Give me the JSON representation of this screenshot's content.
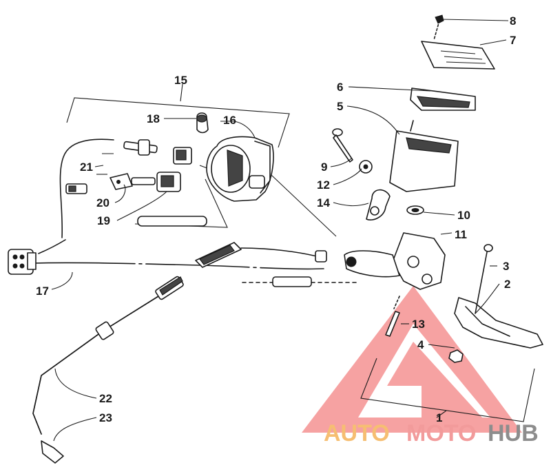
{
  "watermark": {
    "part1": "AUTO",
    "part2": "MOTO",
    "part3": "HUB",
    "color_auto": "#f5b35a",
    "color_moto": "#f08a8a",
    "color_hub": "#7a7a7a",
    "triangle_color": "#f26d6d"
  },
  "callouts": [
    {
      "id": "c1",
      "number": "1"
    },
    {
      "id": "c2",
      "number": "2"
    },
    {
      "id": "c3",
      "number": "3"
    },
    {
      "id": "c4",
      "number": "4"
    },
    {
      "id": "c5",
      "number": "5"
    },
    {
      "id": "c6",
      "number": "6"
    },
    {
      "id": "c7",
      "number": "7"
    },
    {
      "id": "c8",
      "number": "8"
    },
    {
      "id": "c9",
      "number": "9"
    },
    {
      "id": "c10",
      "number": "10"
    },
    {
      "id": "c11",
      "number": "11"
    },
    {
      "id": "c12",
      "number": "12"
    },
    {
      "id": "c13",
      "number": "13"
    },
    {
      "id": "c14",
      "number": "14"
    },
    {
      "id": "c15",
      "number": "15"
    },
    {
      "id": "c16",
      "number": "16"
    },
    {
      "id": "c17",
      "number": "17"
    },
    {
      "id": "c18",
      "number": "18"
    },
    {
      "id": "c19",
      "number": "19"
    },
    {
      "id": "c20",
      "number": "20"
    },
    {
      "id": "c21",
      "number": "21"
    },
    {
      "id": "c22",
      "number": "22"
    },
    {
      "id": "c23",
      "number": "23"
    }
  ]
}
